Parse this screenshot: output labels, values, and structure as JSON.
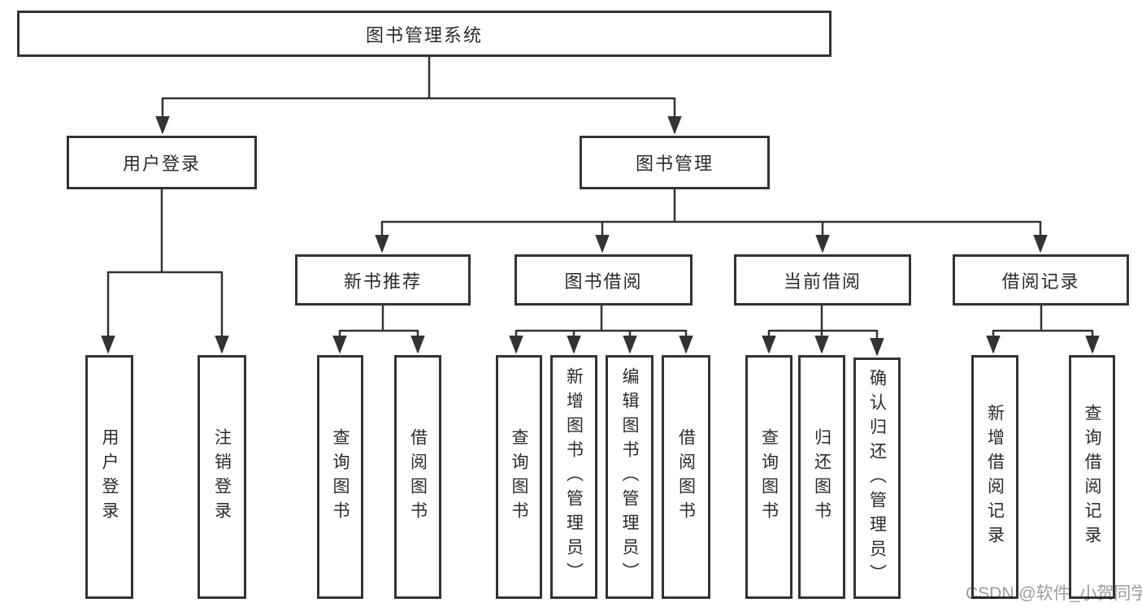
{
  "diagram": {
    "type": "tree",
    "root": {
      "label": "图书管理系统",
      "children": [
        {
          "label": "用户登录",
          "children": [
            {
              "label": "用户登录"
            },
            {
              "label": "注销登录"
            }
          ]
        },
        {
          "label": "图书管理",
          "children": [
            {
              "label": "新书推荐",
              "children": [
                {
                  "label": "查询图书"
                },
                {
                  "label": "借阅图书"
                }
              ]
            },
            {
              "label": "图书借阅",
              "children": [
                {
                  "label": "查询图书"
                },
                {
                  "label": "新增图书（管理员）"
                },
                {
                  "label": "编辑图书（管理员）"
                },
                {
                  "label": "借阅图书"
                }
              ]
            },
            {
              "label": "当前借阅",
              "children": [
                {
                  "label": "查询图书"
                },
                {
                  "label": "归还图书"
                },
                {
                  "label": "确认归还（管理员）"
                }
              ]
            },
            {
              "label": "借阅记录",
              "children": [
                {
                  "label": "新增借阅记录"
                },
                {
                  "label": "查询借阅记录"
                }
              ]
            }
          ]
        }
      ]
    }
  },
  "watermark": {
    "text": "CSDN @软件_小贺同学",
    "color": "#9c9c9c"
  },
  "colors": {
    "line": "#333333",
    "box_border": "#333333",
    "box_fill": "#ffffff",
    "text": "#2b2b2b",
    "background": "#ffffff"
  }
}
